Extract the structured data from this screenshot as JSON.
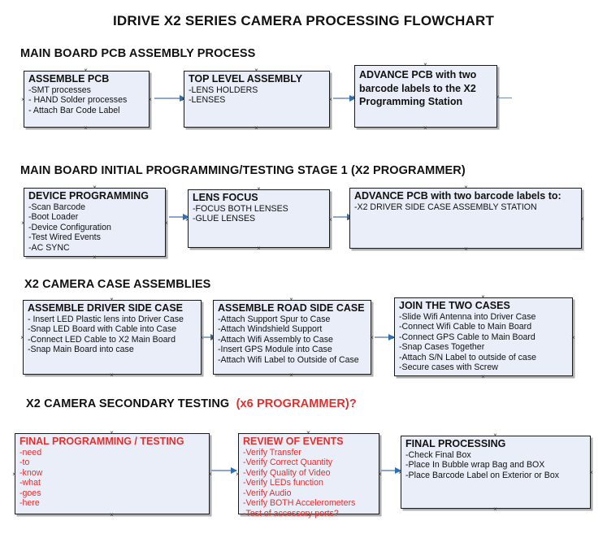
{
  "document": {
    "title": "IDRIVE X2  SERIES CAMERA PROCESSING FLOWCHART"
  },
  "colors": {
    "box_fill": "#e9eef8",
    "box_border": "#1a1a1a",
    "accent_red": "#e03030",
    "arrow": "#2f6fb5",
    "connector_line": "#8ea9c6"
  },
  "sections": [
    {
      "heading": "MAIN BOARD PCB ASSEMBLY PROCESS",
      "heading_accent": "",
      "boxes": [
        {
          "title": "ASSEMBLE PCB",
          "lines": [
            "-SMT processes",
            "- HAND Solder processes",
            "- Attach Bar Code Label"
          ]
        },
        {
          "title": "TOP LEVEL ASSEMBLY",
          "lines": [
            "-LENS HOLDERS",
            "-LENSES"
          ]
        },
        {
          "title": "ADVANCE PCB with two barcode labels to the X2 Programming Station",
          "lines": []
        }
      ]
    },
    {
      "heading": "MAIN BOARD INITIAL PROGRAMMING/TESTING STAGE 1 (X2 PROGRAMMER)",
      "heading_accent": "",
      "boxes": [
        {
          "title": "DEVICE PROGRAMMING",
          "lines": [
            "-Scan Barcode",
            "-Boot Loader",
            "-Device Configuration",
            "-Test Wired Events",
            "-AC SYNC"
          ]
        },
        {
          "title": "LENS FOCUS",
          "lines": [
            "-FOCUS BOTH LENSES",
            "-GLUE LENSES"
          ]
        },
        {
          "title": "ADVANCE PCB with two barcode labels to:",
          "lines": [
            "-X2 DRIVER  SIDE  CASE  ASSEMBLY STATION"
          ]
        }
      ]
    },
    {
      "heading": "X2 CAMERA CASE ASSEMBLIES",
      "heading_accent": "",
      "boxes": [
        {
          "title": "ASSEMBLE DRIVER SIDE CASE",
          "lines": [
            "- Insert LED Plastic lens into Driver Case",
            "-Snap LED Board with Cable into Case",
            "-Connect LED Cable to X2 Main Board",
            "-Snap Main Board into case"
          ]
        },
        {
          "title": "ASSEMBLE ROAD SIDE CASE",
          "lines": [
            "-Attach Support Spur to Case",
            "-Attach Windshield Support",
            "-Attach Wifi Assembly to Case",
            "-Insert GPS Module into Case",
            "-Attach Wifi Label to Outside of Case"
          ]
        },
        {
          "title": "JOIN THE TWO CASES",
          "lines": [
            "-Slide Wifi Antenna into Driver Case",
            "-Connect Wifi Cable to Main Board",
            "-Connect GPS Cable to Main Board",
            "-Snap Cases Together",
            "-Attach S/N Label to outside of case",
            "-Secure cases with Screw"
          ]
        }
      ]
    },
    {
      "heading": "X2 CAMERA SECONDARY TESTING",
      "heading_accent": "(x6 PROGRAMMER)?",
      "boxes": [
        {
          "title": "FINAL PROGRAMMING / TESTING",
          "lines": [
            "-need",
            "-to",
            "-know",
            "-what",
            "-goes",
            "-here"
          ]
        },
        {
          "title": "REVIEW OF EVENTS",
          "lines": [
            "-Verify Transfer",
            "-Verify Correct Quantity",
            "-Verify Quality of Video",
            "-Verify LEDs function",
            "-Verify Audio",
            "-Verify BOTH Accelerometers",
            "-Test of accessory ports?"
          ]
        },
        {
          "title": "FINAL PROCESSING",
          "lines": [
            "-Check Final Box",
            "-Place In Bubble wrap Bag and BOX",
            "-Place Barcode Label on Exterior or Box"
          ]
        }
      ]
    }
  ]
}
